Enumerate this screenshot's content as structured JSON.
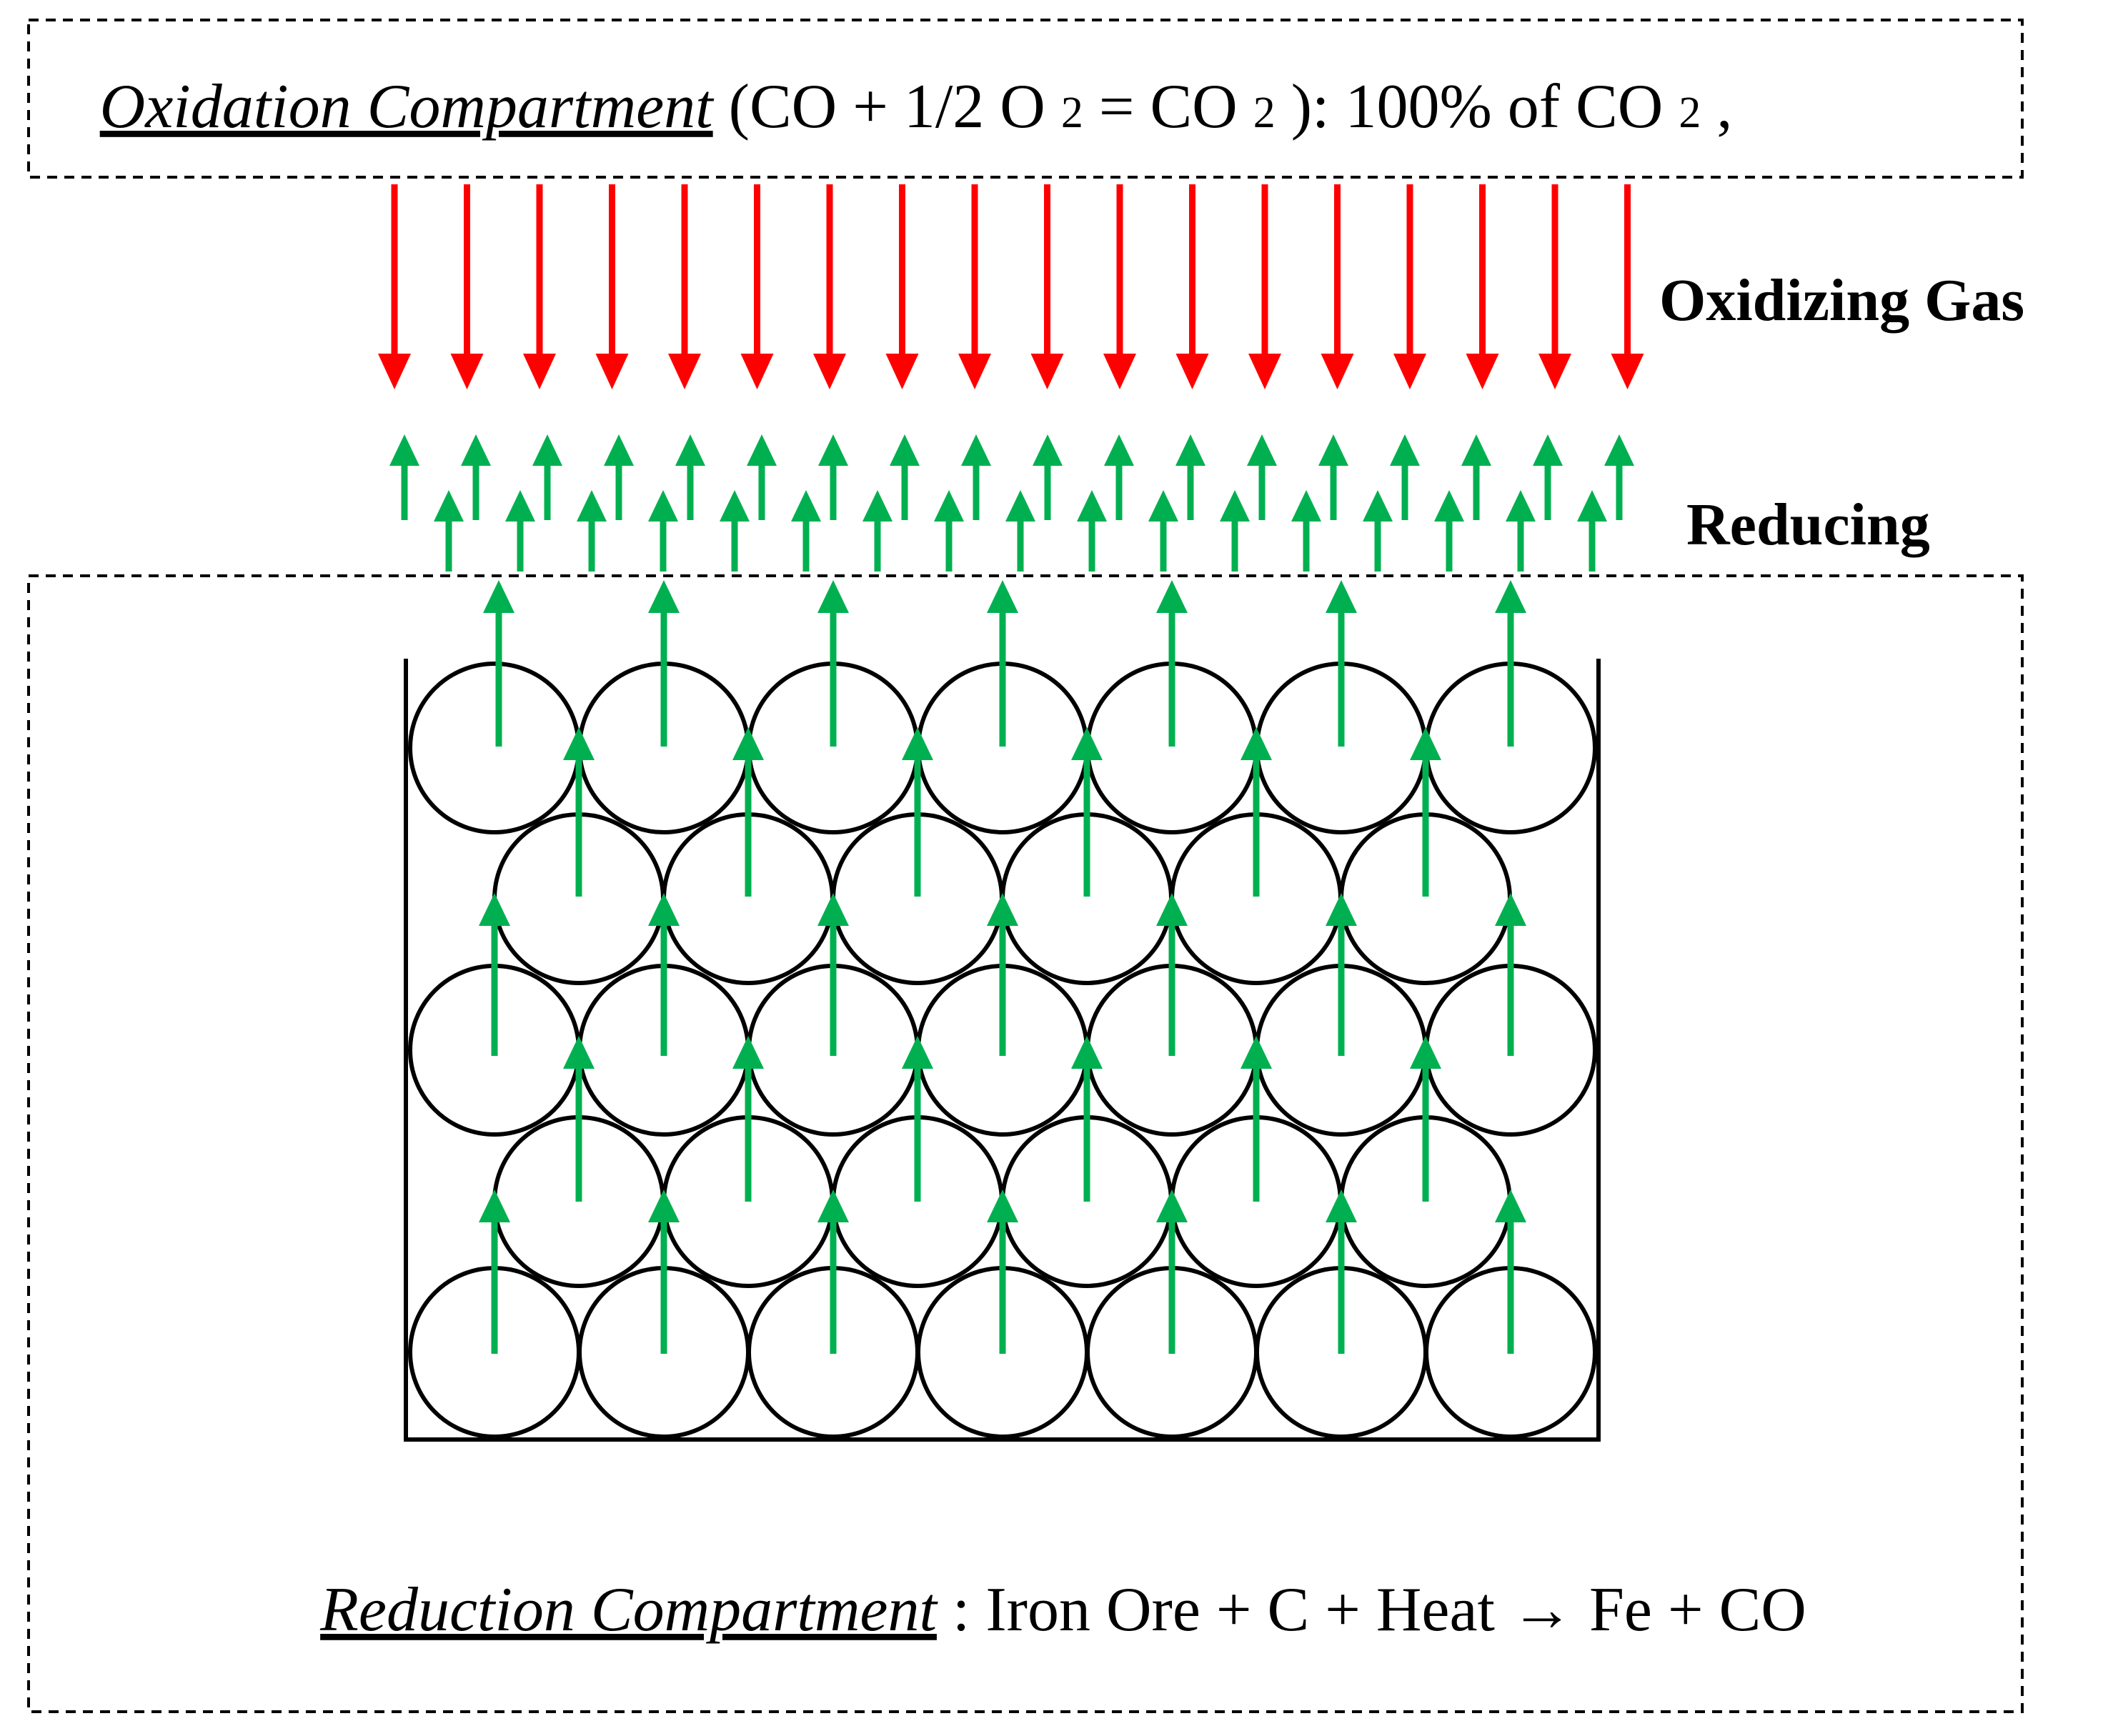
{
  "colors": {
    "oxidizing_arrow": "#ff0000",
    "reducing_arrow": "#00b050",
    "outline": "#000000",
    "background": "#ffffff"
  },
  "oxidation_compartment": {
    "title": "Oxidation Compartment",
    "eq_open": " (CO + 1/2 O",
    "eq_sub1": "2",
    "eq_mid": " = CO",
    "eq_sub2": "2",
    "eq_close": "): 100% of CO",
    "eq_sub3": "2",
    "eq_end": ","
  },
  "labels": {
    "oxidizing_gas": "Oxidizing Gas",
    "reducing": "Reducing"
  },
  "reduction_compartment": {
    "title": "Reduction Compartment",
    "equation": ": Iron Ore + C + Heat → Fe + CO"
  },
  "icons": {
    "oxidizing_gas_arrow": "arrow-down-icon",
    "reducing_gas_arrow": "arrow-up-icon",
    "ore_particle": "circle-icon"
  }
}
